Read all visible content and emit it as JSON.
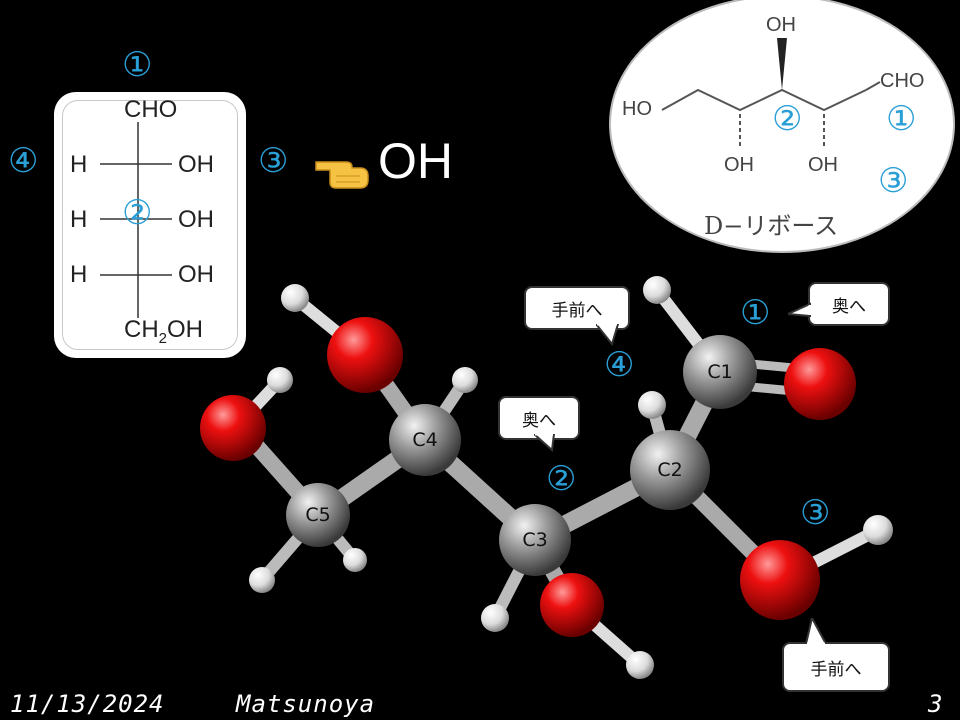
{
  "fischer": {
    "top_group": "CHO",
    "rows": [
      {
        "left": "H",
        "right": "OH"
      },
      {
        "left": "H",
        "right": "OH"
      },
      {
        "left": "H",
        "right": "OH"
      }
    ],
    "bottom_group_main": "CH",
    "bottom_group_sub": "2",
    "bottom_group_tail": "OH"
  },
  "numbers": {
    "n1": "①",
    "n2": "②",
    "n3": "③",
    "n4": "④"
  },
  "pointer_label": "OH",
  "ribose": {
    "label": "D−リボース",
    "ho_left": "HO",
    "oh_top": "OH",
    "oh_bottom1": "OH",
    "oh_bottom2": "OH",
    "cho": "CHO"
  },
  "molecule": {
    "atoms": [
      "C1",
      "C2",
      "C3",
      "C4",
      "C5"
    ]
  },
  "callouts": {
    "front_top": "手前へ",
    "back_top_right": "奥へ",
    "back_mid": "奥へ",
    "front_bottom": "手前へ"
  },
  "footer": {
    "date": "11/13/2024",
    "author": "Matsunoya",
    "page": "3"
  },
  "colors": {
    "background": "#000000",
    "accent_number": "#2a9fd6",
    "oxygen": "#e60000",
    "carbon": "#8c8c8c",
    "hydrogen": "#eeeeee"
  }
}
